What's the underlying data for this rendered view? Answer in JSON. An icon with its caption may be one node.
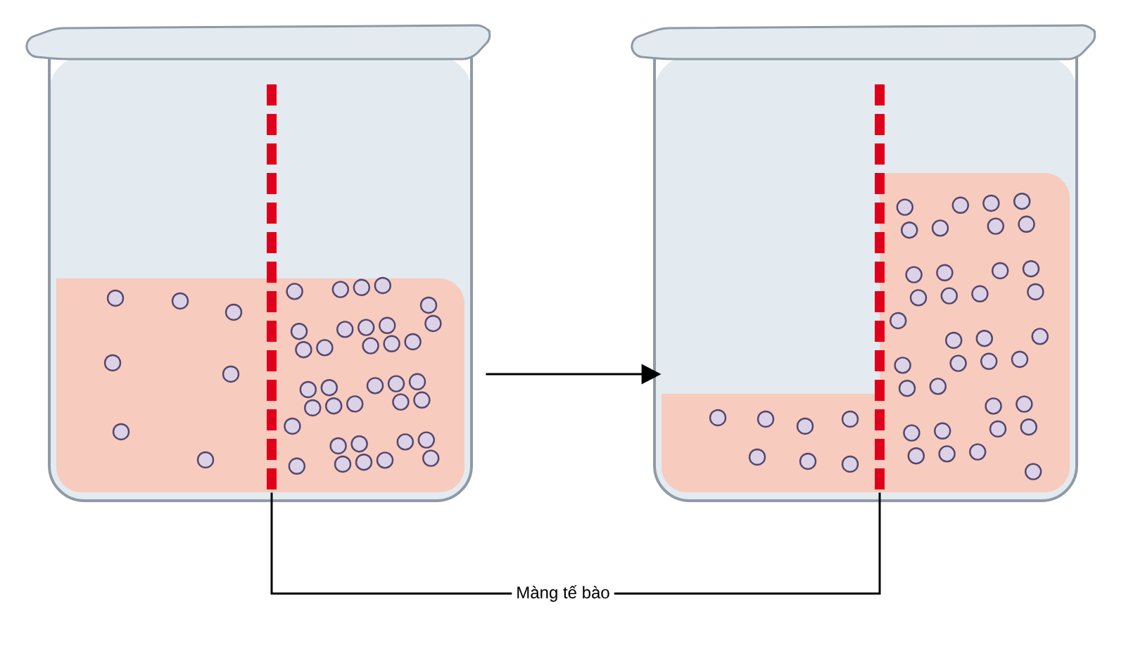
{
  "diagram": {
    "nodes": [
      {
        "text": [],
        "shape": "picture"
      },
      {
        "text": [],
        "shape": "picture"
      },
      {
        "text": [
          "Màng tế bào"
        ]
      },
      {
        "text": [],
        "shape": "bar",
        "in": 0
      },
      {
        "text": [],
        "shape": "bar",
        "in": 1
      }
    ],
    "edges": [
      {
        "from": 0,
        "to": 1,
        "arrow": "to"
      },
      {
        "from": 2,
        "to": 3,
        "arrow": "none"
      },
      {
        "from": 2,
        "to": 4,
        "arrow": "none"
      }
    ]
  }
}
